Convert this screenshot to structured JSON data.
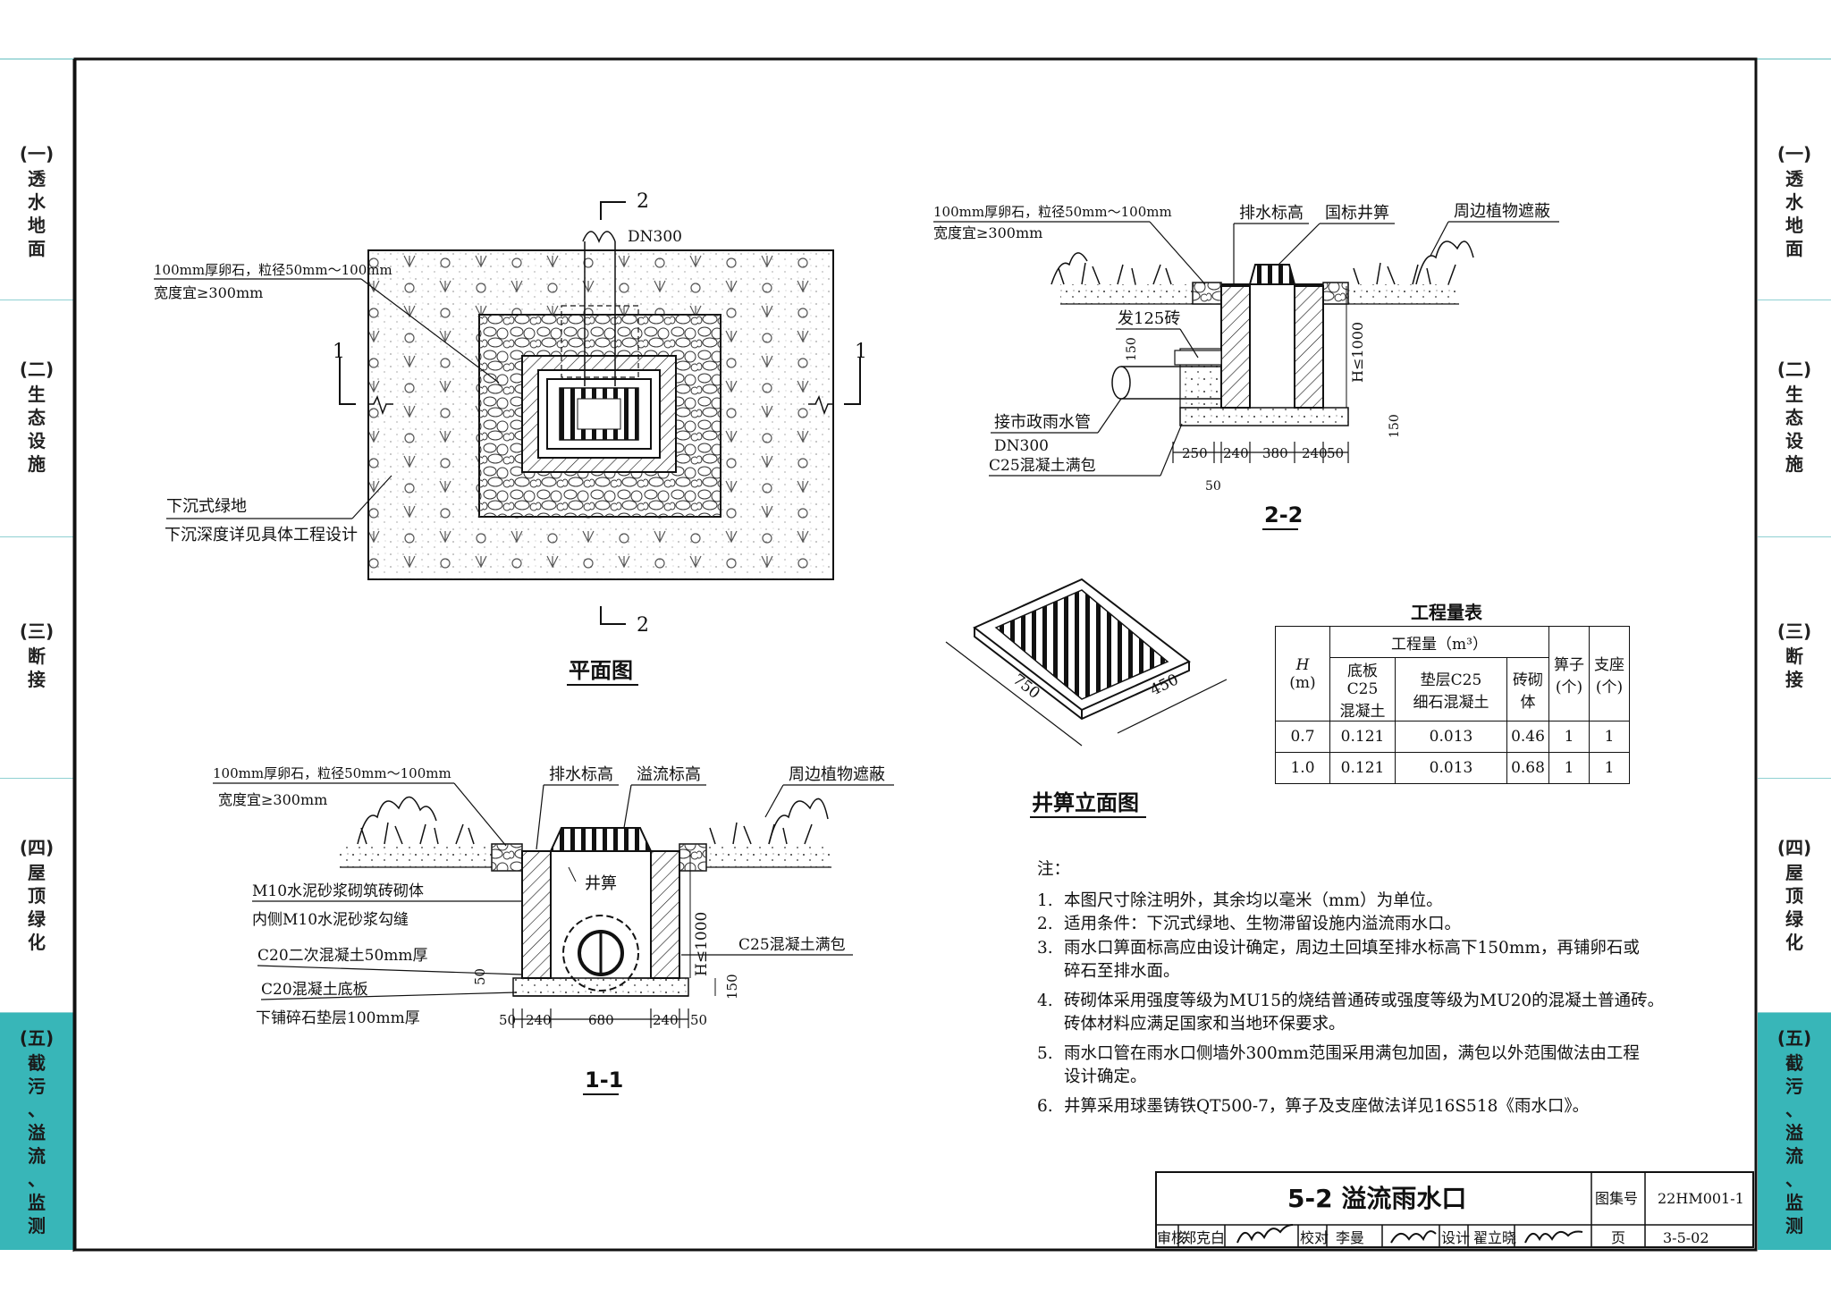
{
  "side_tabs": [
    {
      "num": "(一)",
      "chars": [
        "透",
        "水",
        "地",
        "面"
      ]
    },
    {
      "num": "(二)",
      "chars": [
        "生",
        "态",
        "设",
        "施"
      ]
    },
    {
      "num": "(三)",
      "chars": [
        "断",
        "接"
      ]
    },
    {
      "num": "(四)",
      "chars": [
        "屋",
        "顶",
        "绿",
        "化"
      ]
    },
    {
      "num": "(五)",
      "chars": [
        "截",
        "污",
        "、",
        "溢",
        "流",
        "、",
        "监",
        "测"
      ]
    }
  ],
  "plan": {
    "title": "平面图",
    "section_2_top": "2",
    "section_2_bottom": "2",
    "section_1_left": "1",
    "section_1_right": "1",
    "pipe_label": "DN300",
    "pebble_note_1": "100mm厚卵石，粒径50mm～100mm",
    "pebble_note_2": "宽度宜≥300mm",
    "green_note_1": "下沉式绿地",
    "green_note_2": "下沉深度详见具体工程设计"
  },
  "section11": {
    "title": "1-1",
    "pebble_note_1": "100mm厚卵石，粒径50mm～100mm",
    "pebble_note_2": "宽度宜≥300mm",
    "drain_elev": "排水标高",
    "overflow_elev": "溢流标高",
    "plants": "周边植物遮蔽",
    "grate": "井箅",
    "masonry_1": "M10水泥砂浆砌筑砖砌体",
    "masonry_2": "内侧M10水泥砂浆勾缝",
    "concrete2": "C20二次混凝土50mm厚",
    "base": "C20混凝土底板",
    "gravel": "下铺碎石垫层100mm厚",
    "encase": "C25混凝土满包",
    "height": "H≤1000",
    "dim_50": "50",
    "dim_150": "150",
    "dims": [
      "50",
      "240",
      "680",
      "240",
      "50"
    ]
  },
  "section22": {
    "title": "2-2",
    "pebble_note_1": "100mm厚卵石，粒径50mm～100mm",
    "pebble_note_2": "宽度宜≥300mm",
    "drain_elev": "排水标高",
    "std_grate": "国标井箅",
    "plants": "周边植物遮蔽",
    "brick": "发125砖",
    "pipe_1": "接市政雨水管",
    "pipe_2": "DN300",
    "encase": "C25混凝土满包",
    "height": "H≤1000",
    "dim_150a": "150",
    "dim_150b": "150",
    "dims": [
      "250",
      "240",
      "380",
      "240",
      "50"
    ],
    "dim_50": "50"
  },
  "grate_elev": {
    "title": "井箅立面图",
    "len": "750",
    "wid": "450"
  },
  "quantity_table": {
    "title": "工程量表",
    "h_label_1": "H",
    "h_label_2": "(m)",
    "qty_label": "工程量（m³）",
    "col_base_1": "底板C25",
    "col_base_2": "混凝土",
    "col_pad_1": "垫层C25",
    "col_pad_2": "细石混凝土",
    "col_brick_1": "砖砌",
    "col_brick_2": "体",
    "col_grate_1": "箅子",
    "col_grate_2": "(个)",
    "col_seat_1": "支座",
    "col_seat_2": "(个)",
    "rows": [
      [
        "0.7",
        "0.121",
        "0.013",
        "0.46",
        "1",
        "1"
      ],
      [
        "1.0",
        "0.121",
        "0.013",
        "0.68",
        "1",
        "1"
      ]
    ]
  },
  "notes": {
    "head": "注：",
    "items": [
      [
        "1.",
        "本图尺寸除注明外，其余均以毫米（mm）为单位。"
      ],
      [
        "2.",
        "适用条件：下沉式绿地、生物滞留设施内溢流雨水口。"
      ],
      [
        "3.",
        "雨水口箅面标高应由设计确定，周边土回填至排水标高下150mm，再铺卵石或"
      ],
      [
        "",
        "碎石至排水面。"
      ],
      [
        "4.",
        "砖砌体采用强度等级为MU15的烧结普通砖或强度等级为MU20的混凝土普通砖。"
      ],
      [
        "",
        "砖体材料应满足国家和当地环保要求。"
      ],
      [
        "5.",
        "雨水口管在雨水口侧墙外300mm范围采用满包加固，满包以外范围做法由工程"
      ],
      [
        "",
        "设计确定。"
      ],
      [
        "6.",
        "井箅采用球墨铸铁QT500-7，箅子及支座做法详见16S518《雨水口》。"
      ]
    ]
  },
  "title_block": {
    "drawing_title": "5-2 溢流雨水口",
    "atlas_label": "图集号",
    "atlas_no": "22HM001-1",
    "review_label": "审核",
    "reviewer": "郑克白",
    "check_label": "校对",
    "checker": "李曼",
    "design_label": "设计",
    "designer": "翟立晓",
    "page_label": "页",
    "page_no": "3-5-02"
  },
  "colors": {
    "accent": "#38b6b8",
    "line": "#111111"
  }
}
